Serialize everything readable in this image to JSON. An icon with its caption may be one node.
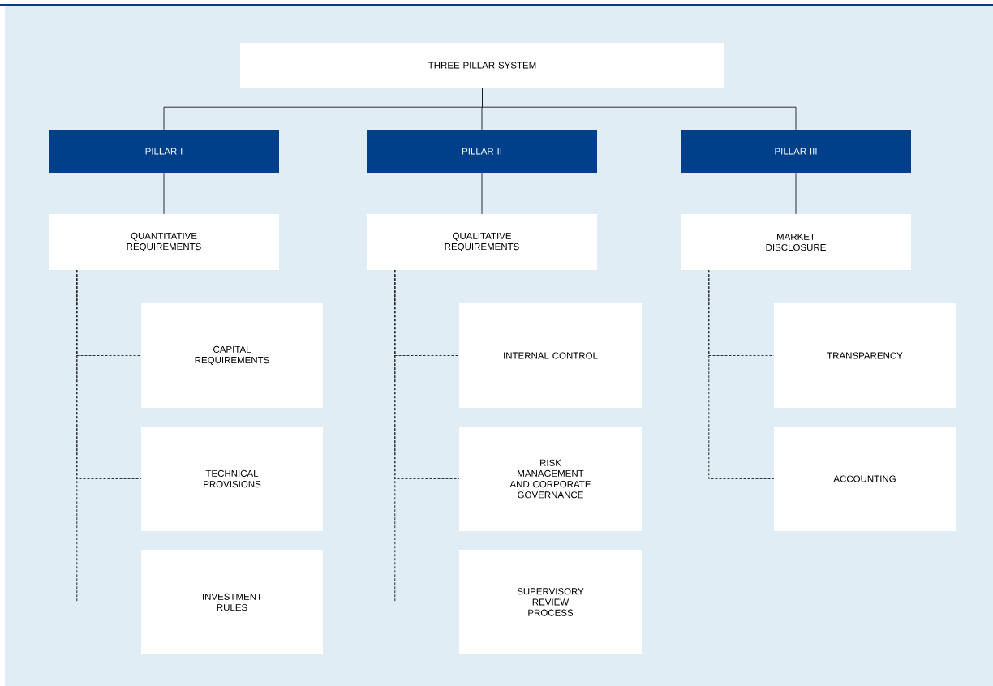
{
  "diagram": {
    "nodes": [
      {
        "text": [
          "THREE PILLAR SYSTEM"
        ]
      },
      {
        "text": [
          "PILLAR I"
        ]
      },
      {
        "text": [
          "PILLAR II"
        ]
      },
      {
        "text": [
          "PILLAR III"
        ]
      },
      {
        "text": [
          "QUANTITATIVE REQUIREMENTS"
        ]
      },
      {
        "text": [
          "QUALITATIVE REQUIREMENTS"
        ]
      },
      {
        "text": [
          "MARKET DISCLOSURE"
        ]
      },
      {
        "text": [
          "CAPITAL REQUIREMENTS"
        ]
      },
      {
        "text": [
          "INTERNAL CONTROL"
        ]
      },
      {
        "text": [
          "TRANSPARENCY"
        ]
      },
      {
        "text": [
          "TECHNICAL PROVISIONS"
        ]
      },
      {
        "text": [
          "RISK MANAGEMENT AND CORPORATE GOVERNANCE"
        ]
      },
      {
        "text": [
          "ACCOUNTING"
        ]
      },
      {
        "text": [
          "INVESTMENT RULES"
        ]
      },
      {
        "text": [
          "SUPERVISORY REVIEW PROCESS"
        ]
      }
    ],
    "edges": [
      {
        "from": 0,
        "to": 1,
        "arrow": "none"
      },
      {
        "from": 0,
        "to": 2,
        "arrow": "none"
      },
      {
        "from": 0,
        "to": 3,
        "arrow": "none"
      },
      {
        "from": 1,
        "to": 4,
        "arrow": "none"
      },
      {
        "from": 2,
        "to": 5,
        "arrow": "none"
      },
      {
        "from": 3,
        "to": 6,
        "arrow": "none"
      },
      {
        "from": 4,
        "to": 7,
        "arrow": "none",
        "style": "dashed"
      },
      {
        "from": 4,
        "to": 10,
        "arrow": "none",
        "style": "dashed"
      },
      {
        "from": 4,
        "to": 13,
        "arrow": "none",
        "style": "dashed"
      },
      {
        "from": 5,
        "to": 8,
        "arrow": "none",
        "style": "dashed"
      },
      {
        "from": 5,
        "to": 11,
        "arrow": "none",
        "style": "dashed"
      },
      {
        "from": 5,
        "to": 14,
        "arrow": "none",
        "style": "dashed"
      },
      {
        "from": 6,
        "to": 9,
        "arrow": "none",
        "style": "dashed"
      },
      {
        "from": 6,
        "to": 12,
        "arrow": "none",
        "style": "dashed"
      }
    ]
  }
}
